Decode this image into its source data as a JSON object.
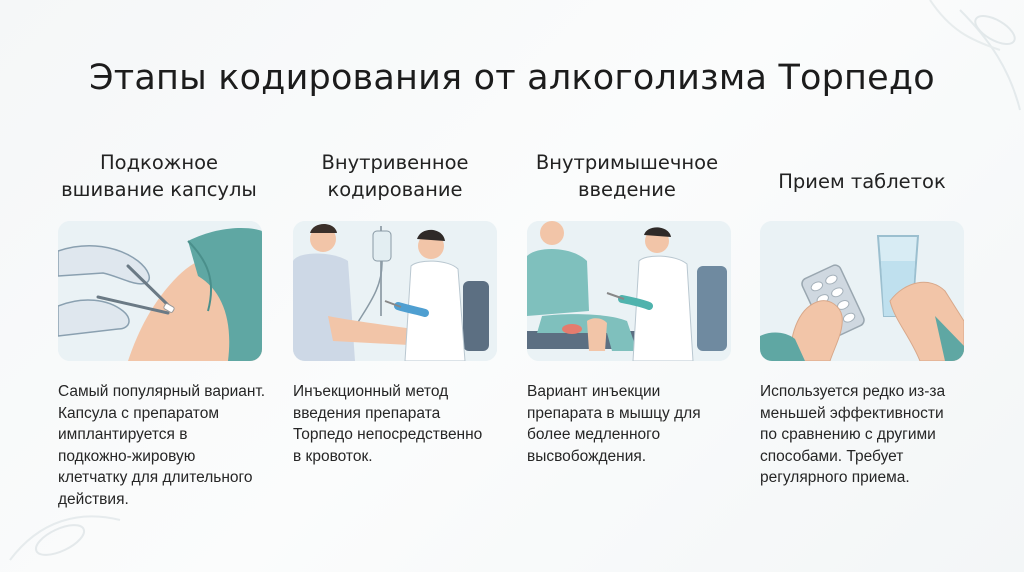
{
  "title": "Этапы кодирования от алкоголизма Торпедо",
  "stages": [
    {
      "heading": [
        "Подкожное",
        "вшивание капсулы"
      ],
      "description": [
        "Самый популярный вариант.",
        "Капсула с препаратом",
        "имплантируется в",
        "подкожно-жировую",
        "клетчатку для длительного",
        "действия."
      ]
    },
    {
      "heading": [
        "Внутривенное",
        "кодирование"
      ],
      "description": [
        "Инъекционный метод",
        "введения препарата",
        "Торпедо непосредственно",
        "в кровоток."
      ]
    },
    {
      "heading": [
        "Внутримышечное",
        "введение"
      ],
      "description": [
        "Вариант инъекции",
        "препарата в мышцу для",
        "более медленного",
        "высвобождения."
      ]
    },
    {
      "heading": [
        "Прием таблеток"
      ],
      "description": [
        "Используется редко из-за",
        "меньшей эффективности",
        "по сравнению с другими",
        "способами. Требует",
        "регулярного приема."
      ]
    }
  ],
  "illustrations": [
    "capsule-implant-illustration",
    "iv-drip-illustration",
    "intramuscular-injection-illustration",
    "pills-and-water-illustration"
  ]
}
